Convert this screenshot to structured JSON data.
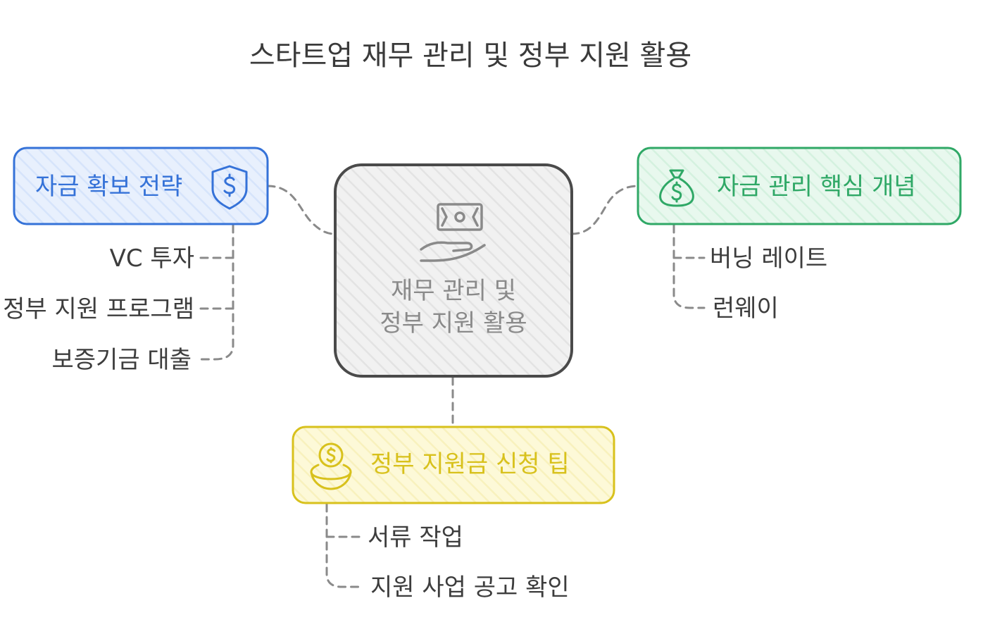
{
  "title": "스타트업 재무 관리 및 정부 지원 활용",
  "center": {
    "line1": "재무 관리 및",
    "line2": "정부 지원 활용",
    "icon": "cash-hand-icon"
  },
  "branches": {
    "funding": {
      "label": "자금 확보 전략",
      "icon": "shield-dollar-icon",
      "color": "#3572d8",
      "items": [
        "VC 투자",
        "정부 지원 프로그램",
        "보증기금 대출"
      ]
    },
    "concepts": {
      "label": "자금 관리 핵심 개념",
      "icon": "money-bag-icon",
      "color": "#2fa866",
      "items": [
        "버닝 레이트",
        "런웨이"
      ]
    },
    "tips": {
      "label": "정부 지원금 신청 팁",
      "icon": "coin-bowl-icon",
      "color": "#d8c11c",
      "items": [
        "서류 작업",
        "지원 사업 공고 확인"
      ]
    }
  }
}
